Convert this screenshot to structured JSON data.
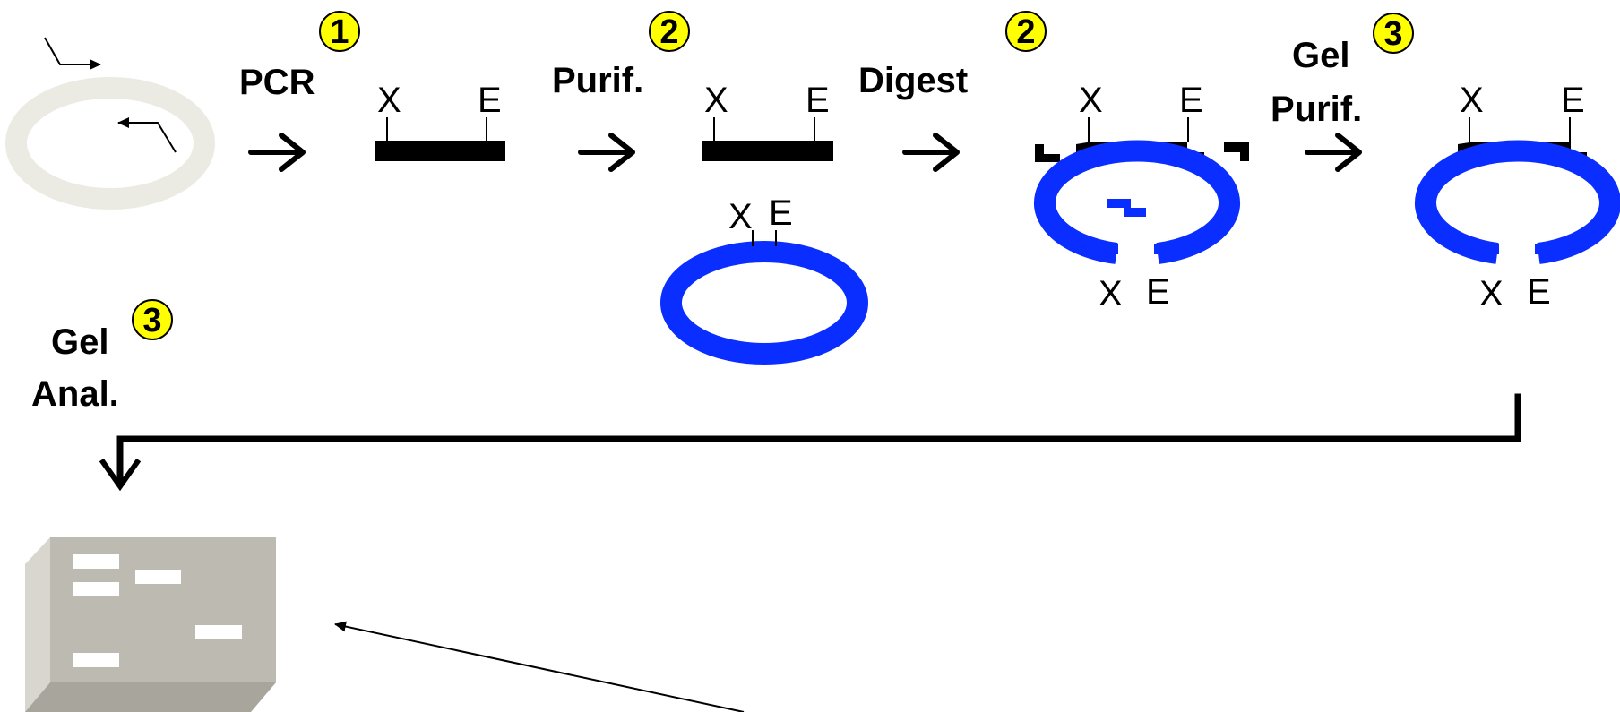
{
  "steps": {
    "pcr": "PCR",
    "purif": "Purif.",
    "digest": "Digest",
    "gel_purif_1": "Gel",
    "gel_purif_2": "Purif.",
    "gel_anal_1": "Gel",
    "gel_anal_2": "Anal."
  },
  "badges": {
    "pcr": "1",
    "purif": "2",
    "digest": "2",
    "gel_purif": "3",
    "gel_anal": "3"
  },
  "sites": {
    "x": "X",
    "e": "E"
  },
  "colors": {
    "template_plasmid": "#ecebe3",
    "vector": "#0a2eff",
    "dna": "#000000",
    "badge": "#ffff00",
    "gel_top": "#bdbbb1",
    "gel_side": "#d8d6cf",
    "gel_bottom": "#a8a69c",
    "gel_band": "#ffffff"
  }
}
